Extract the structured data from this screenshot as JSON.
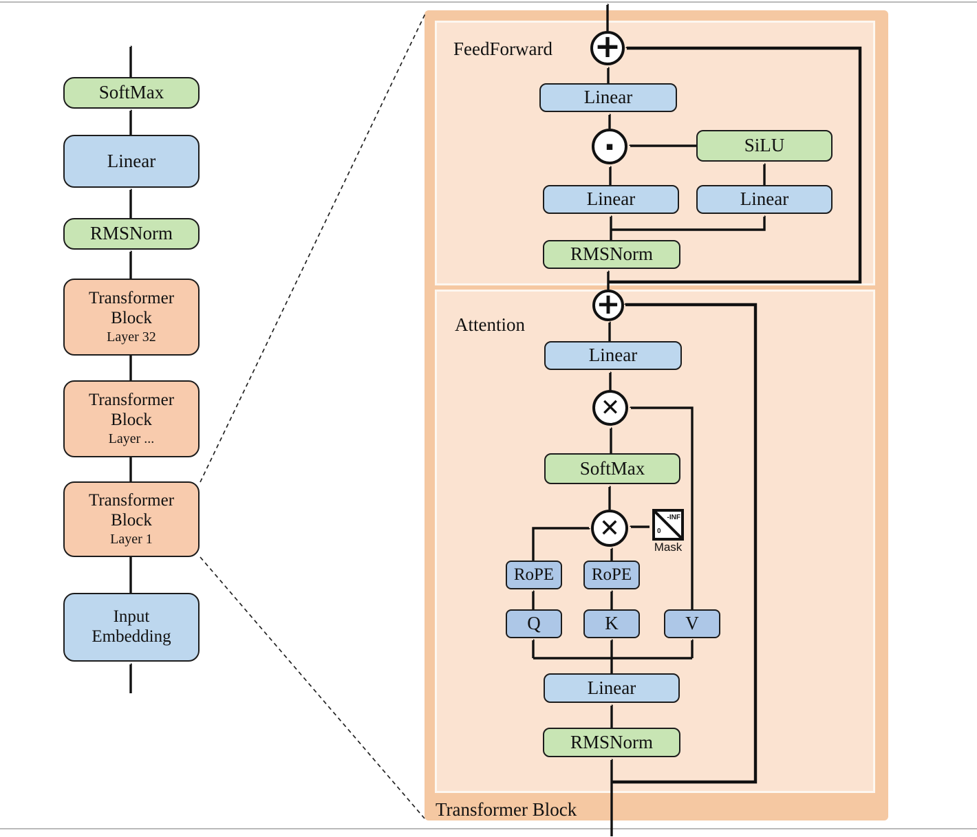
{
  "colors": {
    "green": "#c8e5b4",
    "blue": "#bdd7ee",
    "blue_dark": "#adc7e7",
    "orange": "#f8cbad",
    "panel_outer": "#f5c8a2",
    "panel_inner": "#fbe3d1"
  },
  "pipeline": {
    "blocks": [
      {
        "label": "SoftMax"
      },
      {
        "label": "Linear"
      },
      {
        "label": "RMSNorm"
      },
      {
        "label": "Transformer Block",
        "sublabel": "Layer 32"
      },
      {
        "label": "Transformer Block",
        "sublabel": "Layer ..."
      },
      {
        "label": "Transformer Block",
        "sublabel": "Layer 1"
      },
      {
        "label": "Input Embedding"
      }
    ]
  },
  "detail_panel": {
    "title": "Transformer Block",
    "feedforward": {
      "section_label": "FeedForward",
      "out_linear": "Linear",
      "silu": "SiLU",
      "gate_linear": "Linear",
      "up_linear": "Linear",
      "rmsnorm": "RMSNorm"
    },
    "attention": {
      "section_label": "Attention",
      "out_linear": "Linear",
      "softmax": "SoftMax",
      "rope_q": "RoPE",
      "rope_k": "RoPE",
      "q": "Q",
      "k": "K",
      "v": "V",
      "mask_label": "Mask",
      "mask_top_value": "-INF",
      "mask_bottom_value": "0",
      "in_linear": "Linear",
      "in_rmsnorm": "RMSNorm"
    },
    "operators": {
      "add": "+",
      "matmul": "✕",
      "elementwise_dot": "▪"
    }
  }
}
